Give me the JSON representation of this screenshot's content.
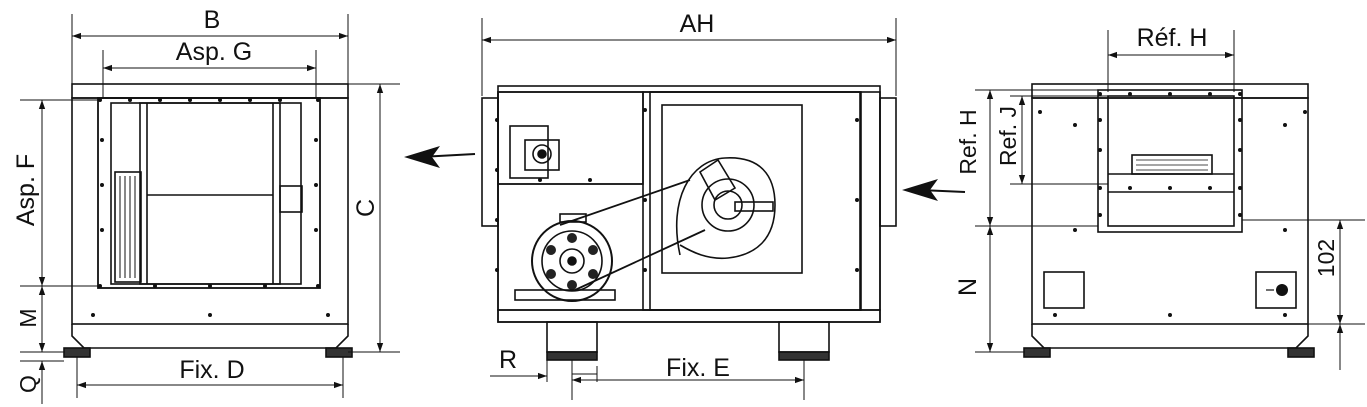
{
  "labels": {
    "B": "B",
    "asp_g": "Asp. G",
    "asp_f": "Asp. F",
    "M": "M",
    "Q": "Q",
    "fix_d": "Fix. D",
    "C": "C",
    "AH": "AH",
    "R": "R",
    "fix_e": "Fix. E",
    "ref_h": "Réf. H",
    "ref_h_vertical": "Ref. H",
    "ref_j": "Ref. J",
    "N": "N",
    "v102": "102"
  }
}
